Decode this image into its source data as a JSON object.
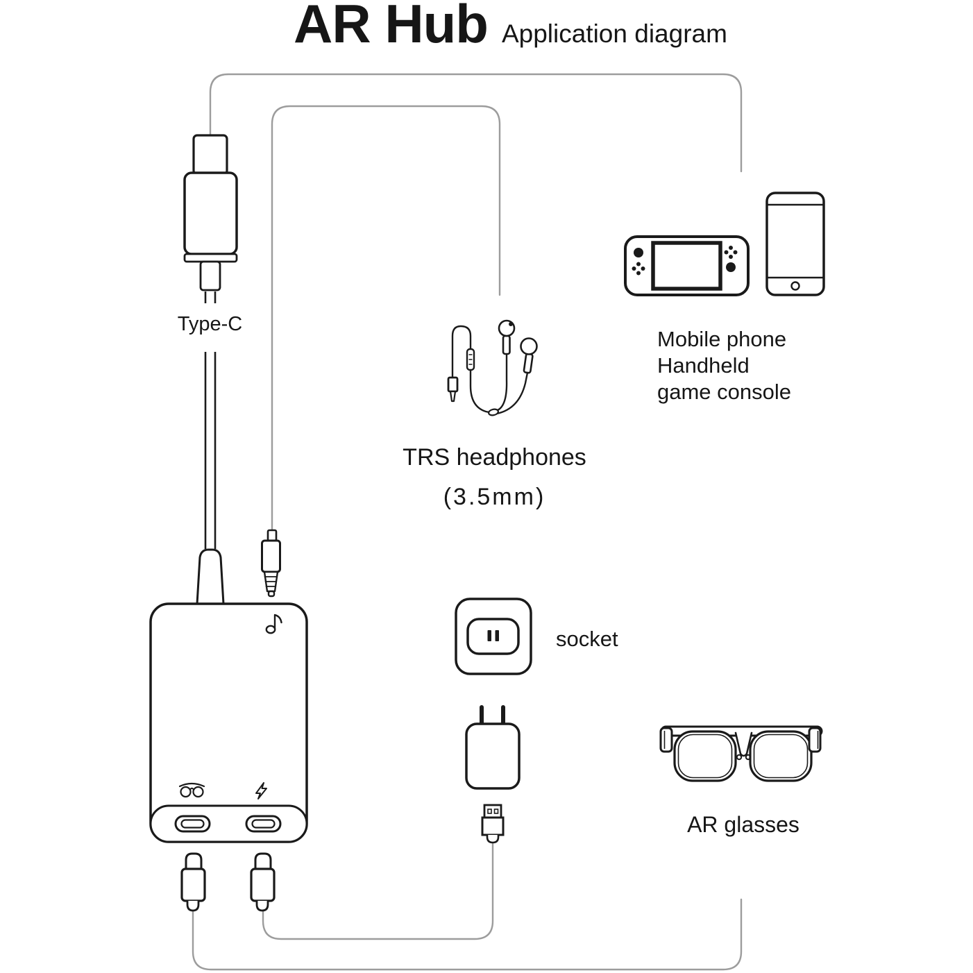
{
  "title": {
    "main": "AR Hub",
    "subtitle": "Application diagram"
  },
  "labels": {
    "type_c": "Type-C",
    "trs_headphones": "TRS headphones",
    "trs_size": "(3.5mm)",
    "phone_console_lines": [
      "Mobile phone",
      "Handheld",
      "game console"
    ],
    "socket": "socket",
    "ar_glasses": "AR glasses"
  },
  "hub": {
    "icons": [
      "music-note",
      "ar-glasses",
      "lightning"
    ],
    "ports": [
      "usb-c-glasses-port",
      "usb-c-charge-port"
    ]
  },
  "connections": [
    "hub-type-c-to-phone-or-console",
    "hub-aux-jack-to-trs-headphones",
    "hub-glasses-port-to-ar-glasses",
    "hub-charge-port-to-usb-a-charger"
  ],
  "colors": {
    "outline": "#1a1a1a",
    "wire": "#9c9c9c",
    "text": "#161616",
    "background": "#ffffff"
  }
}
